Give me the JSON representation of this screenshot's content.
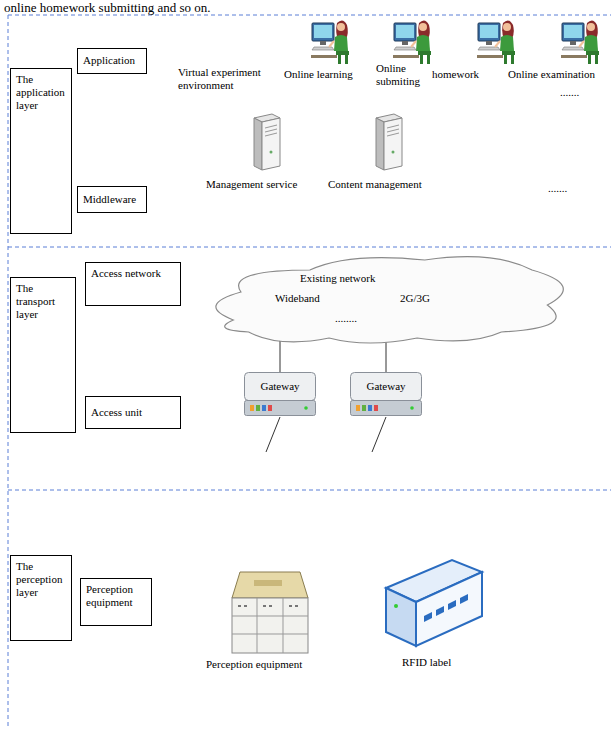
{
  "diagram": {
    "nodes": [
      {
        "text": [
          "The application layer"
        ]
      },
      {
        "text": [
          "Application"
        ]
      },
      {
        "text": [
          "Middleware"
        ]
      },
      {
        "text": [
          "The transport layer"
        ]
      },
      {
        "text": [
          "Access network"
        ]
      },
      {
        "text": [
          "Existing network",
          "Wideband",
          "2G/3G",
          "........"
        ]
      },
      {
        "text": [
          "Access unit"
        ]
      },
      {
        "text": [
          "Gateway"
        ]
      },
      {
        "text": [
          "Gateway"
        ]
      },
      {
        "text": [
          "The perception layer"
        ]
      },
      {
        "text": [
          "Perception equipment"
        ]
      }
    ],
    "edges": [
      {
        "from": 7,
        "to": 5,
        "arrow": "none"
      },
      {
        "from": 8,
        "to": 5,
        "arrow": "none"
      }
    ],
    "labels": [
      "online homework submitting and so on.",
      "Virtual experiment environment",
      "Online learning",
      "Online submiting",
      "homework",
      "Online examination",
      ".......",
      "Management service",
      "Content management",
      ".......",
      "Perception equipment",
      "RFID label"
    ]
  }
}
